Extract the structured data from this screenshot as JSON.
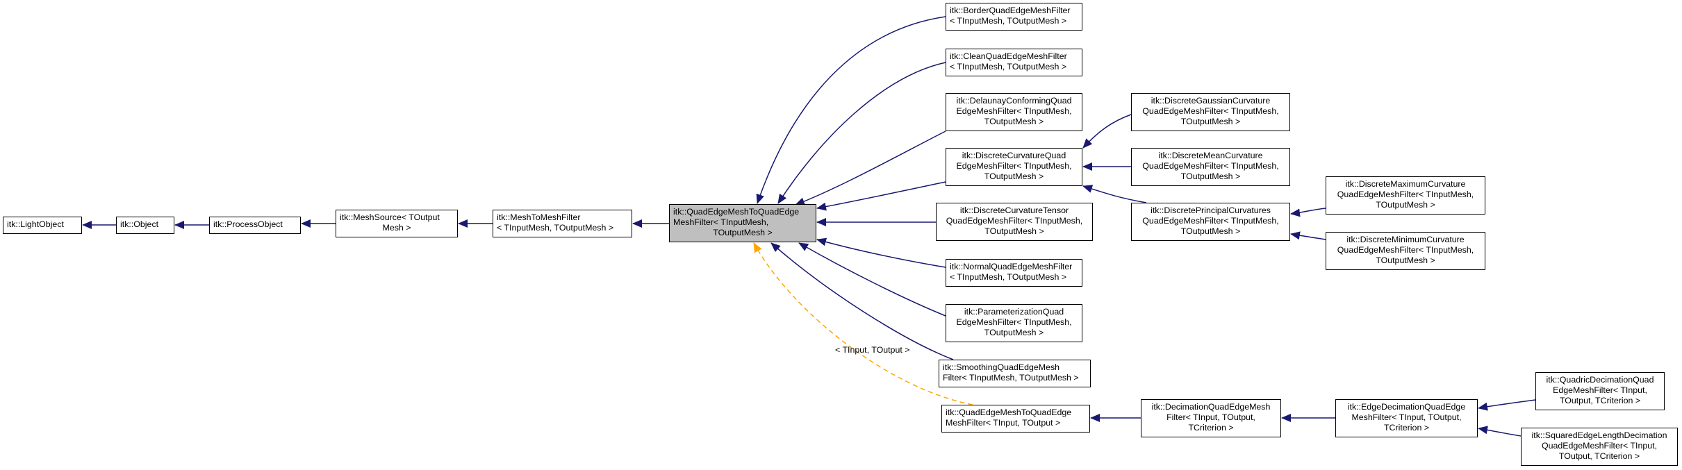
{
  "colors": {
    "edge": "#191970",
    "template_edge": "#ffa500",
    "current_fill": "#bfbfbf",
    "node_fill": "#ffffff",
    "border": "#000000"
  },
  "nodes": {
    "lightobject": [
      "itk::LightObject"
    ],
    "object": [
      "itk::Object"
    ],
    "processobject": [
      "itk::ProcessObject"
    ],
    "meshsource": [
      "itk::MeshSource< TOutput",
      "Mesh >"
    ],
    "meshtomesh": [
      "itk::MeshToMeshFilter",
      "< TInputMesh, TOutputMesh >"
    ],
    "qe2qe": [
      "itk::QuadEdgeMeshToQuadEdge",
      "MeshFilter< TInputMesh,",
      "TOutputMesh >"
    ],
    "border": [
      "itk::BorderQuadEdgeMeshFilter",
      "< TInputMesh, TOutputMesh >"
    ],
    "clean": [
      "itk::CleanQuadEdgeMeshFilter",
      "< TInputMesh, TOutputMesh >"
    ],
    "delaunay": [
      "itk::DelaunayConformingQuad",
      "EdgeMeshFilter< TInputMesh,",
      "TOutputMesh >"
    ],
    "disccurv": [
      "itk::DiscreteCurvatureQuad",
      "EdgeMeshFilter< TInputMesh,",
      "TOutputMesh >"
    ],
    "disctensor": [
      "itk::DiscreteCurvatureTensor",
      "QuadEdgeMeshFilter< TInputMesh,",
      "TOutputMesh >"
    ],
    "normal": [
      "itk::NormalQuadEdgeMeshFilter",
      "< TInputMesh, TOutputMesh >"
    ],
    "param": [
      "itk::ParameterizationQuad",
      "EdgeMeshFilter< TInputMesh,",
      "TOutputMesh >"
    ],
    "smoothing": [
      "itk::SmoothingQuadEdgeMesh",
      "Filter< TInputMesh, TOutputMesh >"
    ],
    "qe2qe_t": [
      "itk::QuadEdgeMeshToQuadEdge",
      "MeshFilter< TInput, TOutput >"
    ],
    "gaussian": [
      "itk::DiscreteGaussianCurvature",
      "QuadEdgeMeshFilter< TInputMesh,",
      "TOutputMesh >"
    ],
    "mean": [
      "itk::DiscreteMeanCurvature",
      "QuadEdgeMeshFilter< TInputMesh,",
      "TOutputMesh >"
    ],
    "principal": [
      "itk::DiscretePrincipalCurvatures",
      "QuadEdgeMeshFilter< TInputMesh,",
      "TOutputMesh >"
    ],
    "maximum": [
      "itk::DiscreteMaximumCurvature",
      "QuadEdgeMeshFilter< TInputMesh,",
      "TOutputMesh >"
    ],
    "minimum": [
      "itk::DiscreteMinimumCurvature",
      "QuadEdgeMeshFilter< TInputMesh,",
      "TOutputMesh >"
    ],
    "decimation": [
      "itk::DecimationQuadEdgeMesh",
      "Filter< TInput, TOutput,",
      "TCriterion >"
    ],
    "edgedecimation": [
      "itk::EdgeDecimationQuadEdge",
      "MeshFilter< TInput, TOutput,",
      "TCriterion >"
    ],
    "quadric": [
      "itk::QuadricDecimationQuad",
      "EdgeMeshFilter< TInput,",
      "TOutput, TCriterion >"
    ],
    "squared": [
      "itk::SquaredEdgeLengthDecimation",
      "QuadEdgeMeshFilter< TInput,",
      "TOutput, TCriterion >"
    ]
  },
  "template_edge_label": "< TInput, TOutput >"
}
